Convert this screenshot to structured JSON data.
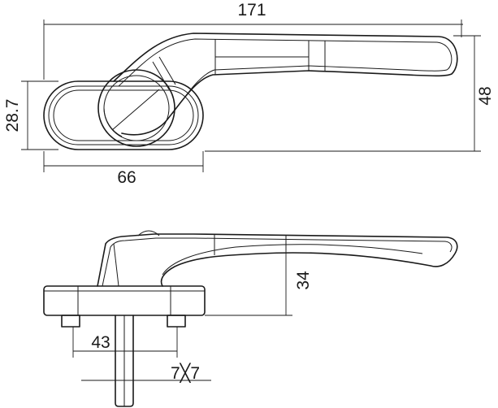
{
  "dimensions": {
    "overall_length": "171",
    "overall_height": "48",
    "base_height": "28.7",
    "base_length": "66",
    "side_height": "34",
    "screw_spacing": "43",
    "spindle_size": "7╳7"
  }
}
